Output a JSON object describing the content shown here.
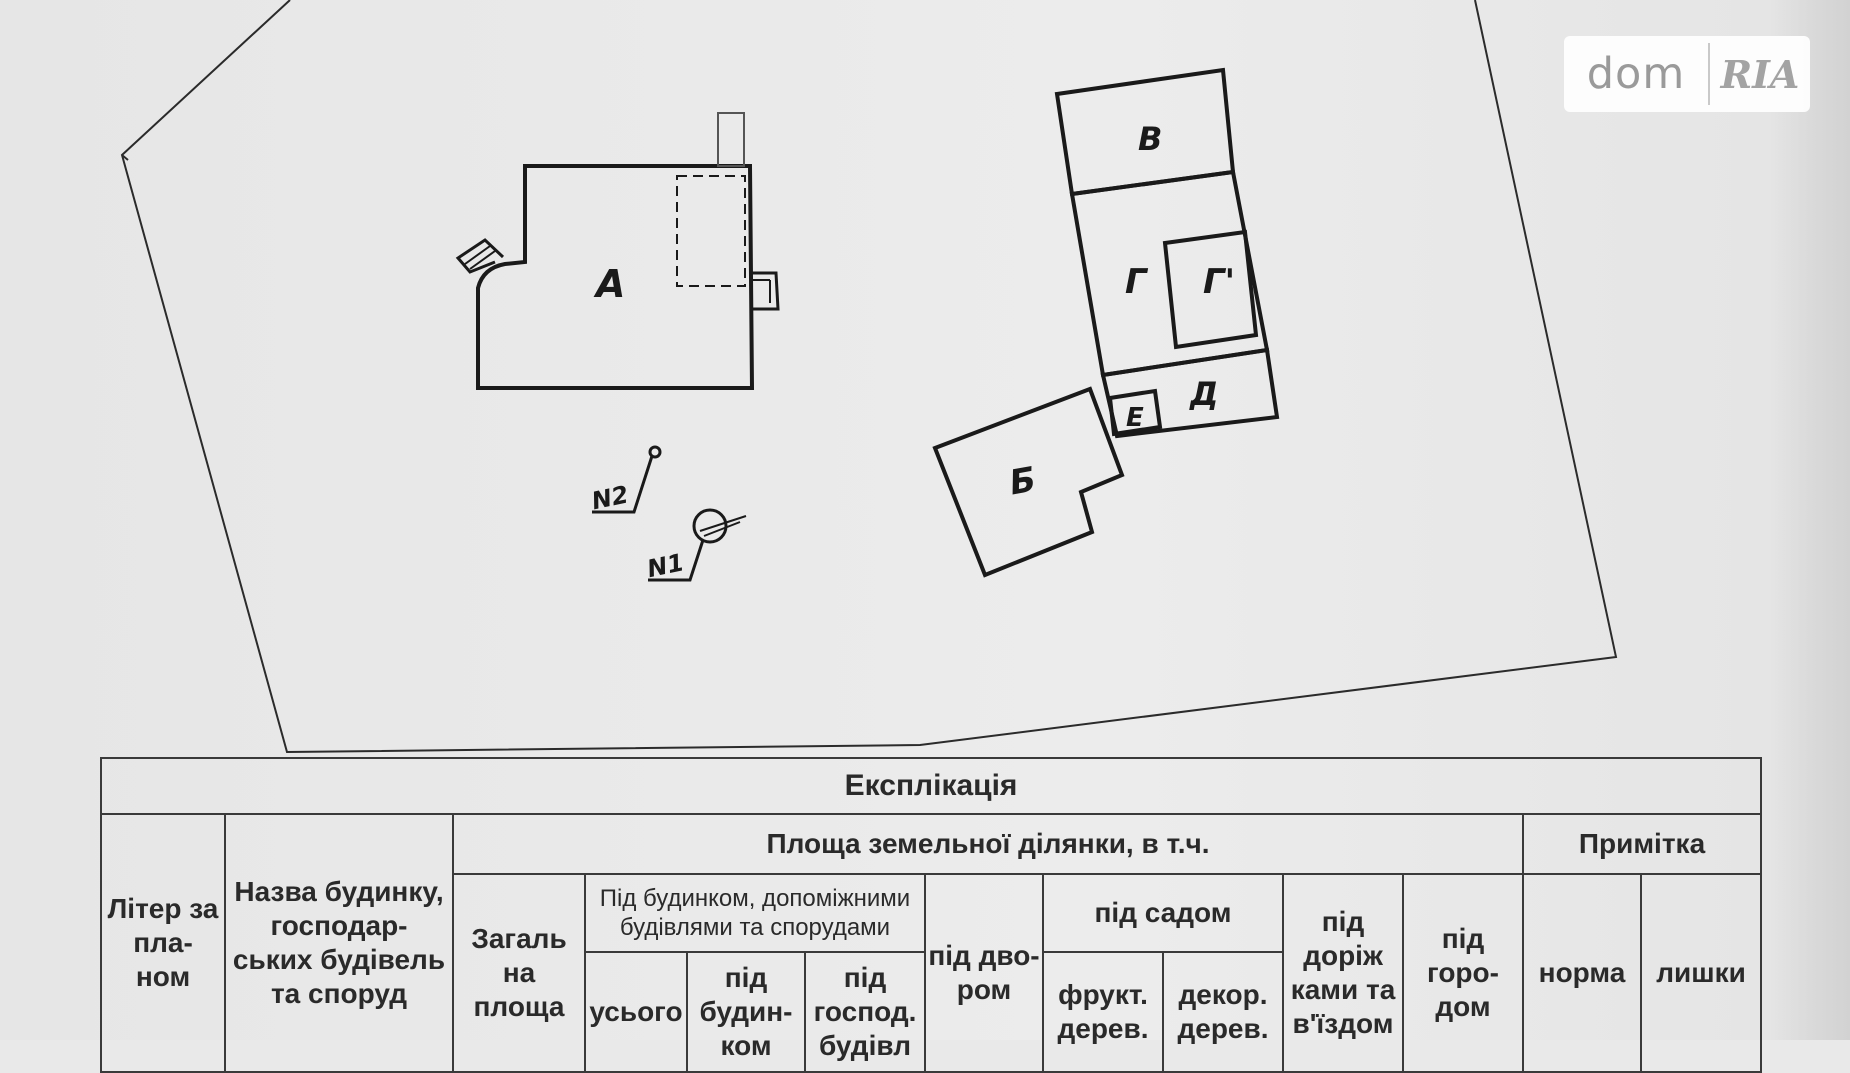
{
  "watermark": {
    "dom": "dom",
    "ria": "RIA"
  },
  "plan": {
    "labels": {
      "building_a": "А",
      "building_b": "Б",
      "building_v": "В",
      "building_g": "Г",
      "building_g1": "Г'",
      "building_d": "Д",
      "building_e": "Е",
      "marker_1": "N1",
      "marker_2": "N2"
    }
  },
  "explication": {
    "title": "Експлікація",
    "headers": {
      "letter": "Літер за пла- ном",
      "name": "Назва будинку, господар- ських будівель та споруд",
      "area_group": "Площа земельної ділянки, в т.ч.",
      "note_group": "Примітка",
      "total_area": "Загаль на площа",
      "under_buildings": "Під будинком, допоміжними будівлями та спорудами",
      "total": "усього",
      "under_house": "під будин- ком",
      "under_outbuildings": "під господ. будівл",
      "under_yard": "під дво- ром",
      "under_garden": "під садом",
      "fruit_trees": "фрукт. дерев.",
      "decor_trees": "декор. дерев.",
      "under_roads": "під доріж ками та в'їздом",
      "under_vegetable": "під горо- дом",
      "norm": "норма",
      "excess": "лишки"
    }
  }
}
